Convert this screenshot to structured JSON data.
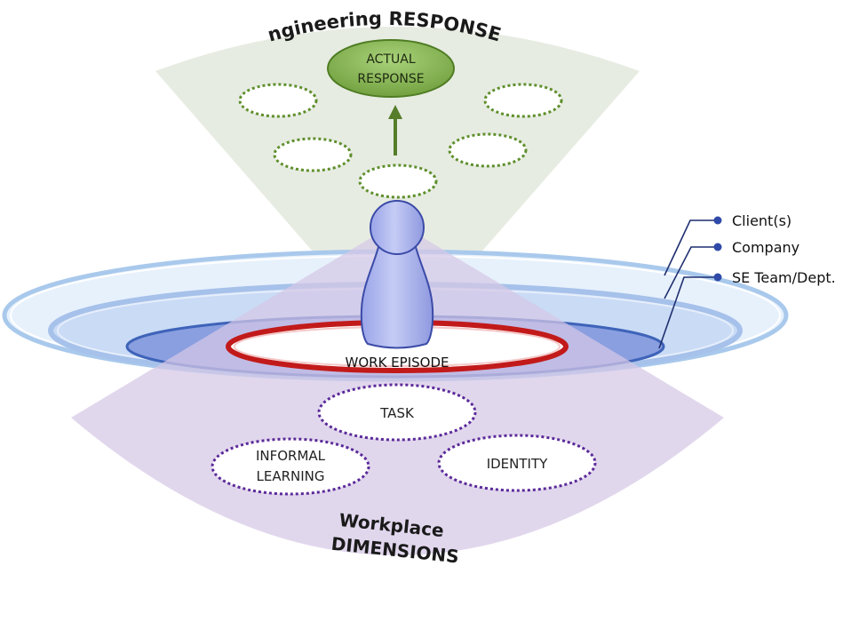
{
  "responses": {
    "title": "Engineering RESPONSES",
    "actual": [
      "ACTUAL",
      "RESPONSE"
    ]
  },
  "episode": {
    "label": "WORK EPISODE"
  },
  "dimensions": {
    "title_line1": "Workplace",
    "title_line2": "DIMENSIONS",
    "task": "TASK",
    "informal": [
      "INFORMAL",
      "LEARNING"
    ],
    "identity": "IDENTITY"
  },
  "contexts": {
    "client": "Client(s)",
    "company": "Company",
    "team": "SE Team/Dept."
  },
  "colors": {
    "responses_fan": "#e6ebe0",
    "dimensions_fan": "#dcd1e8",
    "response_green": "#5e8f2c",
    "dimension_purple": "#5b2a99",
    "episode_red": "#c21a1a",
    "figure_blue": "#b5bdf0"
  }
}
